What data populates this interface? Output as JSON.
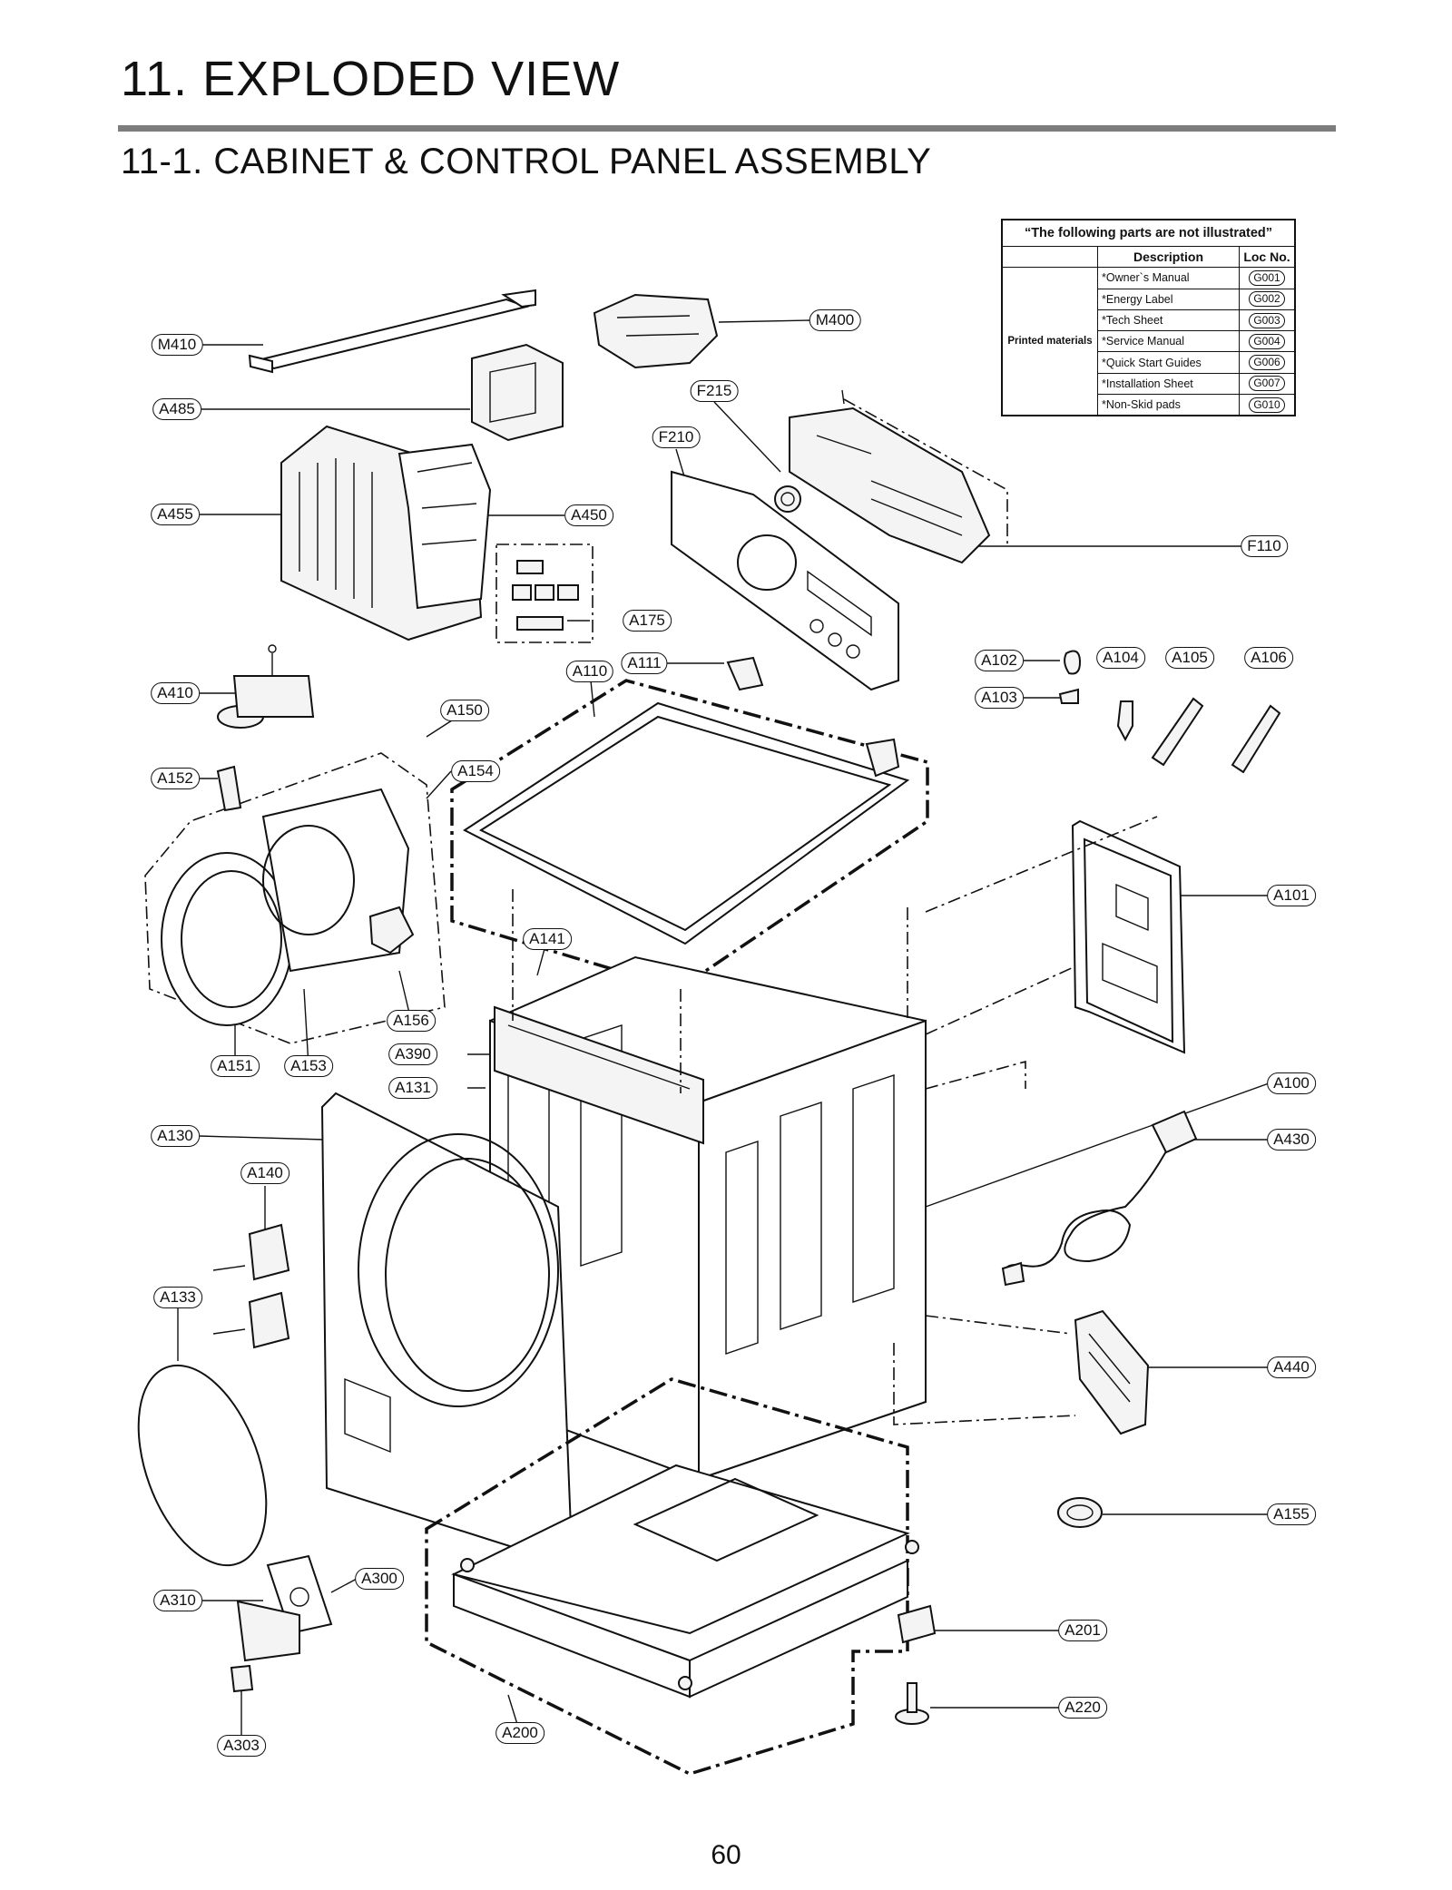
{
  "header": {
    "title": "11. EXPLODED VIEW",
    "subtitle": "11-1. CABINET  & CONTROL PANEL ASSEMBLY"
  },
  "not_illustrated": {
    "caption": "“The following parts are not illustrated”",
    "col_description": "Description",
    "col_loc": "Loc No.",
    "group": "Printed materials",
    "rows": [
      {
        "desc": "*Owner`s Manual",
        "loc": "G001"
      },
      {
        "desc": "*Energy Label",
        "loc": "G002"
      },
      {
        "desc": "*Tech Sheet",
        "loc": "G003"
      },
      {
        "desc": "*Service Manual",
        "loc": "G004"
      },
      {
        "desc": "*Quick Start Guides",
        "loc": "G006"
      },
      {
        "desc": "*Installation Sheet",
        "loc": "G007"
      },
      {
        "desc": "*Non-Skid pads",
        "loc": "G010"
      }
    ]
  },
  "callouts": {
    "M410": "M410",
    "A485": "A485",
    "M400": "M400",
    "F215": "F215",
    "F210": "F210",
    "A455": "A455",
    "A450": "A450",
    "F110": "F110",
    "A175": "A175",
    "A110": "A110",
    "A111": "A111",
    "A102": "A102",
    "A104": "A104",
    "A105": "A105",
    "A106": "A106",
    "A103": "A103",
    "A410": "A410",
    "A150": "A150",
    "A152": "A152",
    "A154": "A154",
    "A101": "A101",
    "A141": "A141",
    "A156": "A156",
    "A390": "A390",
    "A151": "A151",
    "A153": "A153",
    "A131": "A131",
    "A100": "A100",
    "A130": "A130",
    "A430": "A430",
    "A140": "A140",
    "A133": "A133",
    "A440": "A440",
    "A155": "A155",
    "A300": "A300",
    "A310": "A310",
    "A201": "A201",
    "A220": "A220",
    "A303": "A303",
    "A200": "A200"
  },
  "page_number": "60"
}
